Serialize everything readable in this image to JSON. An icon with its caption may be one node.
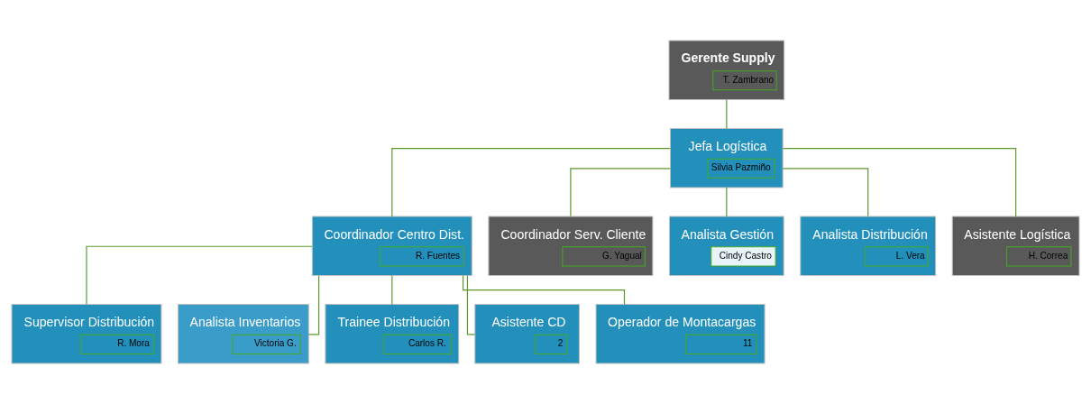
{
  "diagram": {
    "nodes": [
      {
        "text": [
          "Gerente Supply",
          "T. Zambrano"
        ]
      },
      {
        "text": [
          "Jefa Logística",
          "Silvia Pazmiño"
        ]
      },
      {
        "text": [
          "Coordinador Centro Dist.",
          "R. Fuentes"
        ]
      },
      {
        "text": [
          "Coordinador Serv. Cliente",
          "G. Yagual"
        ]
      },
      {
        "text": [
          "Analista Gestión",
          "Cindy Castro"
        ]
      },
      {
        "text": [
          "Analista Distribución",
          "L. Vera"
        ]
      },
      {
        "text": [
          "Asistente Logística",
          "H. Correa"
        ]
      },
      {
        "text": [
          "Supervisor Distribución",
          "R. Mora"
        ]
      },
      {
        "text": [
          "Analista Inventarios",
          "Victoria G."
        ]
      },
      {
        "text": [
          "Trainee Distribución",
          "Carlos R."
        ]
      },
      {
        "text": [
          "Asistente CD",
          "2"
        ]
      },
      {
        "text": [
          "Operador de Montacargas",
          "11"
        ]
      }
    ],
    "edges": [
      {
        "from": 0,
        "to": 1,
        "arrow": "none"
      },
      {
        "from": 1,
        "to": 2,
        "arrow": "none"
      },
      {
        "from": 1,
        "to": 3,
        "arrow": "none"
      },
      {
        "from": 1,
        "to": 4,
        "arrow": "none"
      },
      {
        "from": 1,
        "to": 5,
        "arrow": "none"
      },
      {
        "from": 1,
        "to": 6,
        "arrow": "none"
      },
      {
        "from": 2,
        "to": 7,
        "arrow": "none"
      },
      {
        "from": 2,
        "to": 8,
        "arrow": "none"
      },
      {
        "from": 2,
        "to": 9,
        "arrow": "none"
      },
      {
        "from": 2,
        "to": 10,
        "arrow": "none"
      },
      {
        "from": 2,
        "to": 11,
        "arrow": "none"
      }
    ]
  }
}
